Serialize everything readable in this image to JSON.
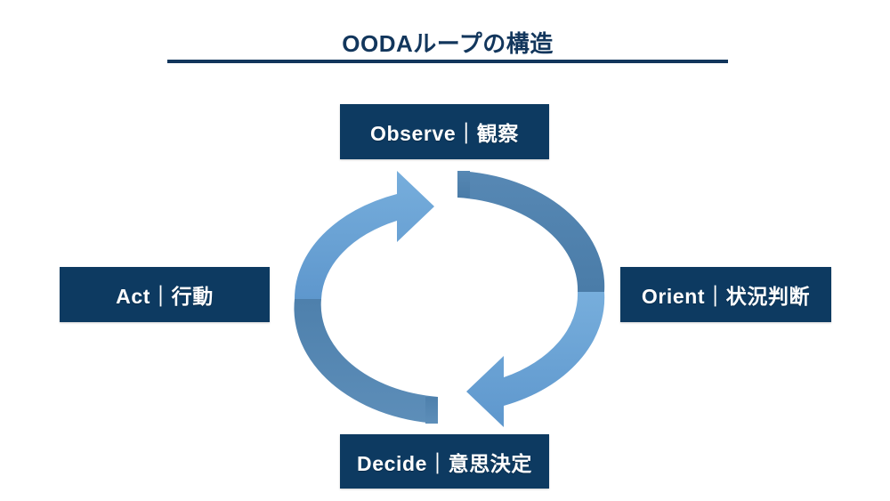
{
  "slide": {
    "title": "OODAループの構造",
    "background_color": "#FFFFFF",
    "accent_navy": "#0D3A61",
    "title_color": "#12365C"
  },
  "nodes": [
    {
      "id": "observe",
      "label": "Observe｜観察",
      "position": "top",
      "english": "Observe",
      "japanese": "観察"
    },
    {
      "id": "orient",
      "label": "Orient｜状況判断",
      "position": "right",
      "english": "Orient",
      "japanese": "状況判断"
    },
    {
      "id": "decide",
      "label": "Decide｜意思決定",
      "position": "bottom",
      "english": "Decide",
      "japanese": "意思決定"
    },
    {
      "id": "act",
      "label": "Act｜行動",
      "position": "left",
      "english": "Act",
      "japanese": "行動"
    }
  ],
  "cycle_graphic": {
    "name": "circular-cycle-arrows",
    "arrow_light_color": "#6BA3D6",
    "arrow_dark_color": "#5084B0",
    "direction": "clockwise",
    "arrow_count": 2
  }
}
